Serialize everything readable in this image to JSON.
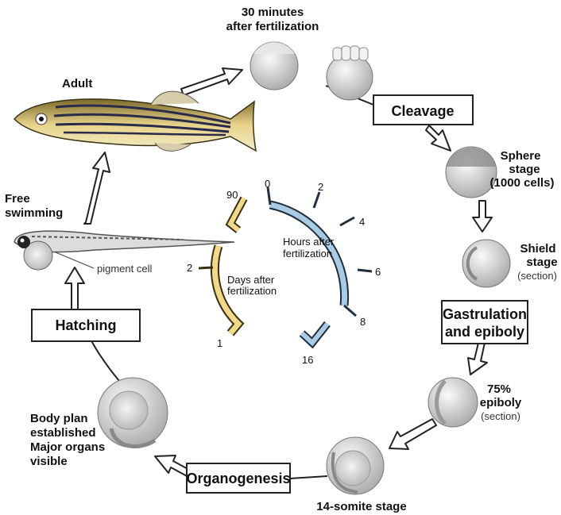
{
  "stages": {
    "fertilization": {
      "line1": "30 minutes",
      "line2": "after fertilization"
    },
    "adult": "Adult",
    "free_swimming": {
      "line1": "Free",
      "line2": "swimming"
    },
    "pigment_cell": "pigment cell",
    "sphere": {
      "line1": "Sphere",
      "line2": "stage",
      "line3": "(1000 cells)"
    },
    "shield": {
      "line1": "Shield",
      "line2": "stage",
      "line3": "(section)"
    },
    "epiboly": {
      "line1": "75%",
      "line2": "epiboly",
      "line3": "(section)"
    },
    "somite": "14-somite stage",
    "body_plan": {
      "line1": "Body plan",
      "line2": "established",
      "line3": "Major organs",
      "line4": "visible"
    }
  },
  "process_boxes": {
    "cleavage": "Cleavage",
    "gastrulation": {
      "line1": "Gastrulation",
      "line2": "and epiboly"
    },
    "organogenesis": "Organogenesis",
    "hatching": "Hatching"
  },
  "timeline": {
    "hours_label": {
      "line1": "Hours after",
      "line2": "fertilization"
    },
    "days_label": {
      "line1": "Days after",
      "line2": "fertilization"
    },
    "hour_ticks": [
      "0",
      "2",
      "4",
      "6",
      "8",
      "16"
    ],
    "day_ticks": [
      "90",
      "2",
      "1"
    ],
    "hours_color": "#a9cbe3",
    "days_color": "#f1d98a"
  }
}
